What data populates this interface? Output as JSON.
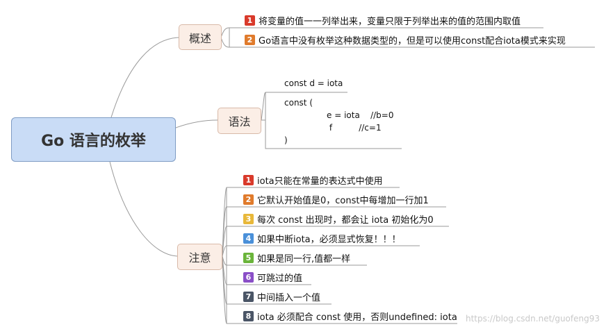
{
  "root": {
    "title": "Go 语言的枚举"
  },
  "branches": [
    {
      "label": "概述",
      "items": [
        {
          "num": "1",
          "color": "#d93a2b",
          "text": "将变量的值一一列举出来，变量只限于列举出来的值的范围内取值"
        },
        {
          "num": "2",
          "color": "#e07b2c",
          "text": "Go语言中没有枚举这种数据类型的，但是可以使用const配合iota模式来实现"
        }
      ]
    },
    {
      "label": "语法",
      "code1": "const d = iota",
      "code2": [
        "const (",
        "                e = iota    //b=0",
        "                 f          //c=1",
        ")"
      ]
    },
    {
      "label": "注意",
      "items": [
        {
          "num": "1",
          "color": "#d93a2b",
          "text": "iota只能在常量的表达式中使用"
        },
        {
          "num": "2",
          "color": "#e07b2c",
          "text": "它默认开始值是0，const中每增加一行加1"
        },
        {
          "num": "3",
          "color": "#e8b83a",
          "text": "每次 const 出现时，都会让 iota 初始化为0"
        },
        {
          "num": "4",
          "color": "#4a90d9",
          "text": "如果中断iota，必须显式恢复！！！"
        },
        {
          "num": "5",
          "color": "#6ab43a",
          "text": "如果是同一行,值都一样"
        },
        {
          "num": "6",
          "color": "#8a4fc7",
          "text": "可跳过的值"
        },
        {
          "num": "7",
          "color": "#4a5566",
          "text": "中间插入一个值"
        },
        {
          "num": "8",
          "color": "#4a5566",
          "text": "iota 必须配合 const 使用，否则undefined: iota"
        }
      ]
    }
  ],
  "watermark": "https://blog.csdn.net/guofeng93"
}
